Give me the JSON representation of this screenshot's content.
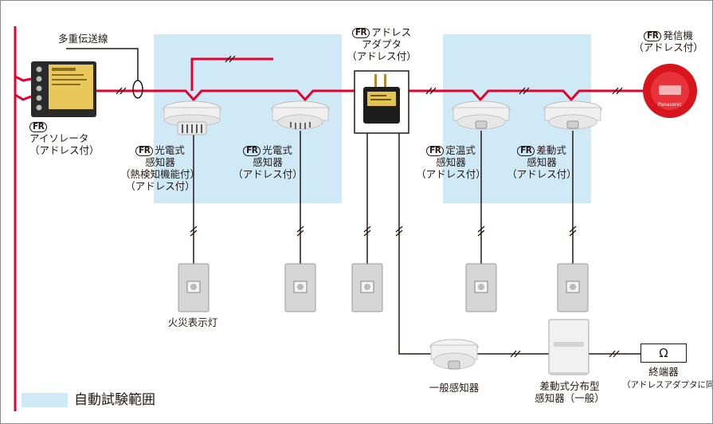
{
  "diagram": {
    "signal_line_label": "多重伝送線",
    "devices": {
      "isolator": {
        "badge": "FR",
        "name": "アイソレータ",
        "note": "（アドレス付）"
      },
      "photo_heat": {
        "badge": "FR",
        "name": "光電式",
        "lines": [
          "感知器",
          "（熱検知機能付）",
          "（アドレス付）"
        ]
      },
      "photo": {
        "badge": "FR",
        "name": "光電式",
        "lines": [
          "感知器",
          "（アドレス付）"
        ]
      },
      "adapter": {
        "badge": "FR",
        "name": "アドレス",
        "lines": [
          "アダプタ",
          "（アドレス付）"
        ]
      },
      "fixed_temp": {
        "badge": "FR",
        "name": "定温式",
        "lines": [
          "感知器",
          "（アドレス付）"
        ]
      },
      "rate_rise": {
        "badge": "FR",
        "name": "差動式",
        "lines": [
          "感知器",
          "（アドレス付）"
        ]
      },
      "transmitter": {
        "badge": "FR",
        "name": "発信機",
        "note": "（アドレス付）"
      },
      "fire_lamp": {
        "name": "火災表示灯"
      },
      "general_detector": {
        "name": "一般感知器"
      },
      "distributed_detector": {
        "lines": [
          "差動式分布型",
          "感知器（一般）"
        ]
      },
      "terminator": {
        "symbol": "Ω",
        "name": "終端器",
        "note": "（アドレスアダプタに同梱）"
      }
    },
    "legend": {
      "label": "自動試験範囲",
      "color": "#cfe9f6"
    }
  }
}
